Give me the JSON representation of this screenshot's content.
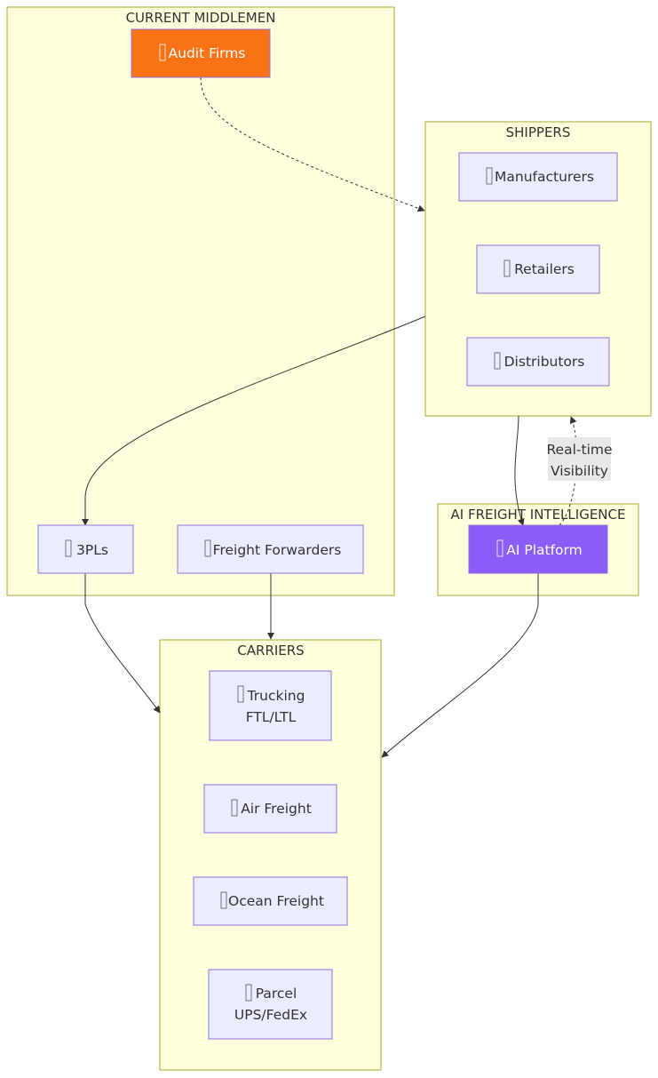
{
  "diagram": {
    "clusters": {
      "middlemen": {
        "title": "CURRENT MIDDLEMEN"
      },
      "shippers": {
        "title": "SHIPPERS"
      },
      "ai": {
        "title": "AI FREIGHT INTELLIGENCE"
      },
      "carriers": {
        "title": "CARRIERS"
      }
    },
    "nodes": {
      "audit_firms": {
        "lines": [
          "Audit Firms"
        ],
        "icon": "placeholder-glyph-icon"
      },
      "manufacturers": {
        "lines": [
          "Manufacturers"
        ],
        "icon": "placeholder-glyph-icon"
      },
      "retailers": {
        "lines": [
          "Retailers"
        ],
        "icon": "placeholder-glyph-icon"
      },
      "distributors": {
        "lines": [
          "Distributors"
        ],
        "icon": "placeholder-glyph-icon"
      },
      "three_pls": {
        "lines": [
          "3PLs"
        ],
        "icon": "placeholder-glyph-icon"
      },
      "freight_forwarders": {
        "lines": [
          "Freight Forwarders"
        ],
        "icon": "placeholder-glyph-icon"
      },
      "ai_platform": {
        "lines": [
          "AI Platform"
        ],
        "icon": "placeholder-glyph-icon"
      },
      "trucking": {
        "lines": [
          "Trucking",
          "FTL/LTL"
        ],
        "icon": "placeholder-glyph-icon"
      },
      "air_freight": {
        "lines": [
          "Air Freight"
        ],
        "icon": "placeholder-glyph-icon"
      },
      "ocean_freight": {
        "lines": [
          "Ocean Freight"
        ],
        "icon": "placeholder-glyph-icon"
      },
      "parcel": {
        "lines": [
          "Parcel",
          "UPS/FedEx"
        ],
        "icon": "placeholder-glyph-icon"
      }
    },
    "edges": [
      {
        "from": "audit_firms",
        "to": "shippers",
        "style": "dotted",
        "label": ""
      },
      {
        "from": "shippers",
        "to": "three_pls",
        "style": "solid",
        "label": ""
      },
      {
        "from": "shippers",
        "to": "ai_platform",
        "style": "solid",
        "label": ""
      },
      {
        "from": "ai_platform",
        "to": "shippers",
        "style": "dotted",
        "label": [
          "Real-time",
          "Visibility"
        ]
      },
      {
        "from": "three_pls",
        "to": "carriers",
        "style": "solid",
        "label": ""
      },
      {
        "from": "freight_forwarders",
        "to": "carriers",
        "style": "solid",
        "label": ""
      },
      {
        "from": "ai_platform",
        "to": "carriers",
        "style": "solid",
        "label": ""
      }
    ],
    "colors": {
      "cluster_fill": "#ffffde",
      "cluster_stroke": "#aaaa33",
      "node_fill": "#ececff",
      "node_stroke": "#9370db",
      "audit_firms_fill": "#f97316",
      "ai_platform_fill": "#8b5cf6",
      "edge_label_bg": "#e8e8e8",
      "text": "#333333"
    }
  }
}
